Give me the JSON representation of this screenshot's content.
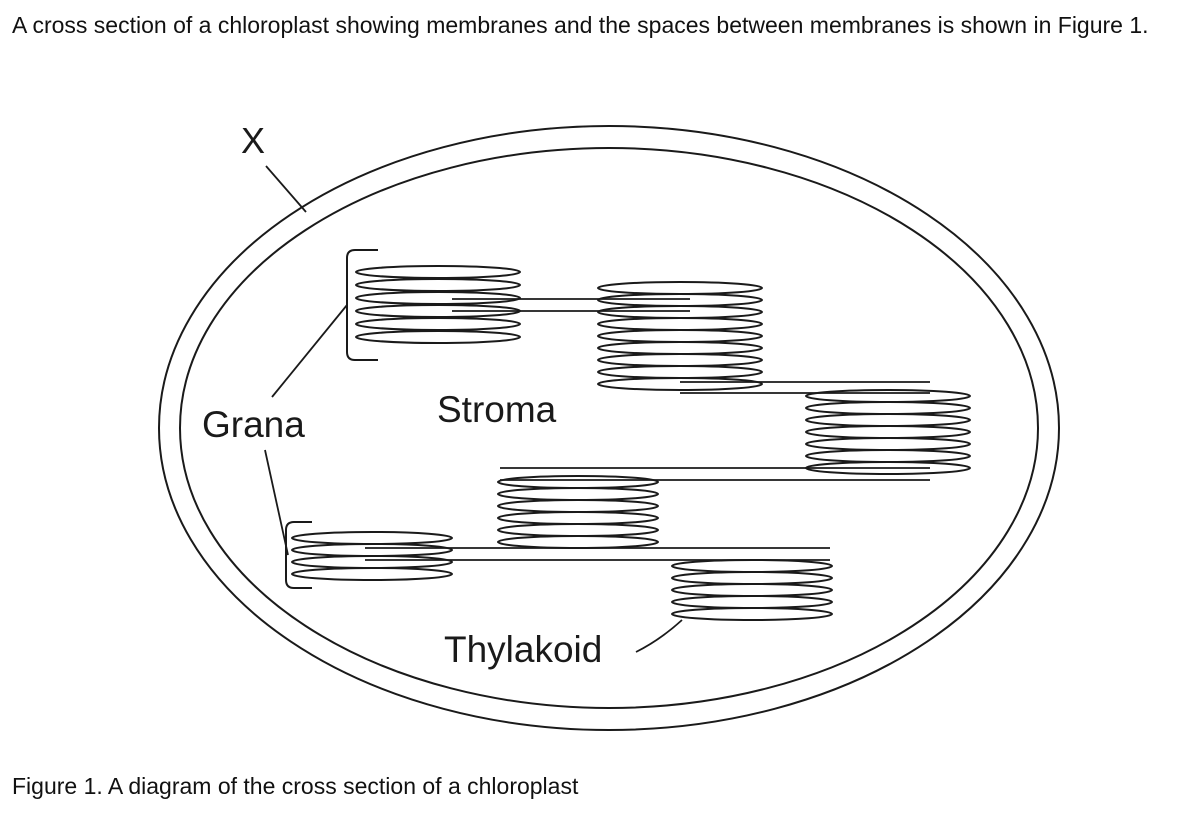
{
  "intro_text": "A cross section of a chloroplast showing membranes and the spaces between membranes is shown in Figure 1.",
  "diagram": {
    "labels": {
      "x": "X",
      "grana": "Grana",
      "stroma": "Stroma",
      "thylakoid": "Thylakoid"
    }
  },
  "caption": "Figure 1. A diagram of the cross section of a chloroplast"
}
